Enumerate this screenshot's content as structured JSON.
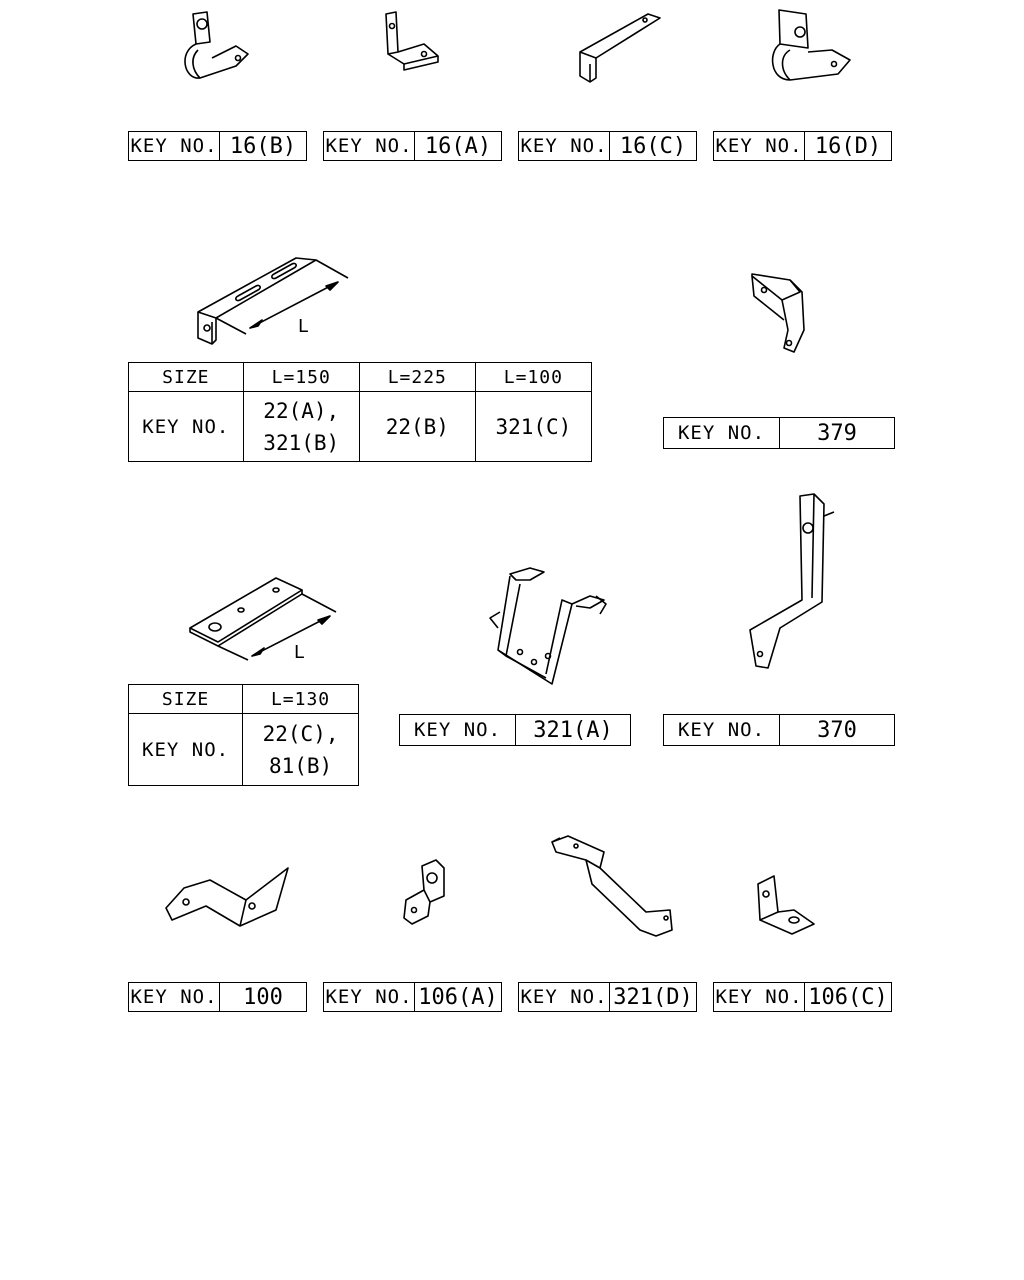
{
  "key_label": "KEY NO.",
  "size_label": "SIZE",
  "dimension_label": "L",
  "top_row": [
    {
      "key": "16(B)"
    },
    {
      "key": "16(A)"
    },
    {
      "key": "16(C)"
    },
    {
      "key": "16(D)"
    }
  ],
  "table1": {
    "sizes": [
      "L=150",
      "L=225",
      "L=100"
    ],
    "keys": [
      [
        "22(A),",
        "321(B)"
      ],
      [
        "22(B)"
      ],
      [
        "321(C)"
      ]
    ]
  },
  "key_379": "379",
  "table2": {
    "sizes": [
      "L=130"
    ],
    "keys": [
      [
        "22(C),",
        "81(B)"
      ]
    ]
  },
  "key_321a": "321(A)",
  "key_370": "370",
  "bottom_row": [
    {
      "key": "100"
    },
    {
      "key": "106(A)"
    },
    {
      "key": "321(D)"
    },
    {
      "key": "106(C)"
    }
  ]
}
